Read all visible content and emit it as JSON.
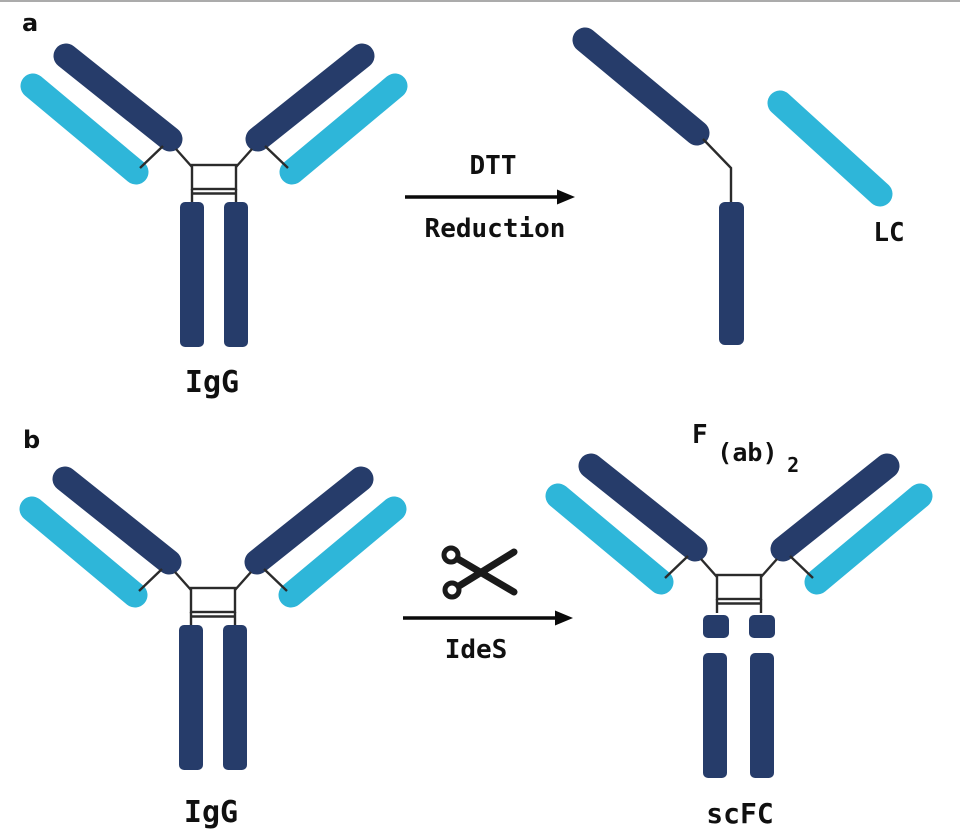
{
  "colors": {
    "navy": "#263C6A",
    "cyan": "#2EB6D9",
    "line": "#2B2B2B",
    "text": "#101010",
    "border": "#ABABAB"
  },
  "panel_a": {
    "marker": "a",
    "substrate_label": "IgG",
    "reagent_label": "DTT",
    "process_label": "Reduction",
    "light_chain_label": "LC"
  },
  "panel_b": {
    "marker": "b",
    "substrate_label": "IgG",
    "enzyme_label": "IdeS",
    "fab2_f": "F",
    "fab2_ab": "(ab)",
    "fab2_subscript": "2",
    "fc_label": "scFC"
  },
  "icons": {
    "scissors_icon": "✂"
  }
}
